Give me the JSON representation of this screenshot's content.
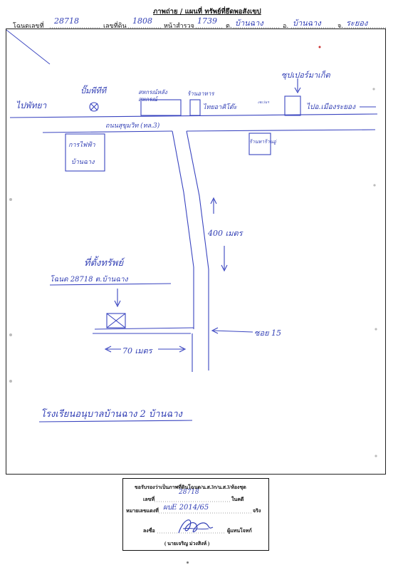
{
  "header": {
    "title": "ภาพถ่าย / แผนที่  ทรัพย์ที่ยึดพอสังเขป",
    "deed_label": "โฉนดเลขที่",
    "deed_no": "28718",
    "land_label": "เลขที่ดิน",
    "land_no": "1808",
    "survey_label": "หน้าสำรวจ",
    "survey_no": "1739",
    "subdistrict_label": "ต.",
    "subdistrict": "บ้านฉาง",
    "district_label": "อ.",
    "district": "บ้านฉาง",
    "province_label": "จ.",
    "province": "ระยอง"
  },
  "map": {
    "to_pattaya": "ไปพัทยา",
    "gas_station": "ปั๊มพีทีที",
    "sahakorn": "สหกรณ์หลัง สหกรณ์",
    "restaurant": "ร้านอาหาร",
    "restaurant_sub": "ไทยอาคิโต๊ะ",
    "seven": "เซเว่นฯ",
    "supermarket": "ซุปเปอร์มาเก็ต",
    "to_city": "ไปอ.เมืองระยอง",
    "highway": "ถนนสุขุมวิท (ทล.3)",
    "electricity": "การไฟฟ้า",
    "electricity_sub": "บ้านฉาง",
    "car_shop": "ร้านหาร้านอู่",
    "distance_long": "400 เมตร",
    "property_title": "ที่ตั้งทรัพย์",
    "property_deed": "โฉนด 28718  ต.บ้านฉาง",
    "soi": "ซอย 15",
    "distance_short": "70 เมตร",
    "school": "โรงเรียนอนุบาลบ้านฉาง 2 บ้านฉาง"
  },
  "certificate": {
    "line1": "ขอรับรองว่าเป็นภาพที่ดินโฉนด/น.ส.3ก/น.ส.3/ห้องชุด",
    "deed_label": "เลขที่",
    "deed_value": "28718",
    "deed_suffix": "ในคดี",
    "case_label": "หมายเลขแดงที่",
    "case_value": "ผบE 2014/65",
    "case_suffix": "จริง",
    "sign_label": "ลงชื่อ",
    "sign_suffix": "ผู้แทนโจทก์",
    "signer": "( นายเจริญ ม่วงสิงห์ )"
  }
}
